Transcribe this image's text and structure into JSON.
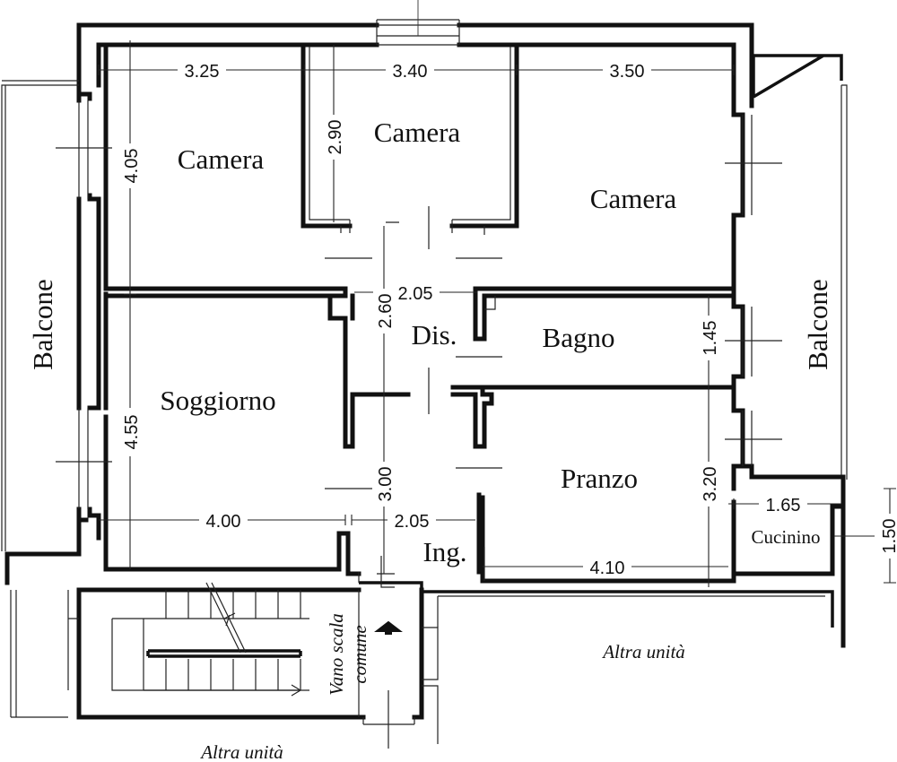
{
  "rooms": {
    "camera_left": "Camera",
    "camera_center": "Camera",
    "camera_right": "Camera",
    "soggiorno": "Soggiorno",
    "disimpegno": "Dis.",
    "bagno": "Bagno",
    "pranzo": "Pranzo",
    "ingresso": "Ing.",
    "cucinino": "Cucinino",
    "balcone_left": "Balcone",
    "balcone_right": "Balcone",
    "vano_scala_line1": "Vano scala",
    "vano_scala_line2": "comune"
  },
  "dimensions": {
    "top_left_width": "3.25",
    "top_center_width": "3.40",
    "top_right_width": "3.50",
    "camera_left_depth": "4.05",
    "camera_center_depth": "2.90",
    "dis_width": "2.05",
    "dis_depth": "2.60",
    "bagno_depth": "1.45",
    "soggiorno_depth": "4.55",
    "soggiorno_width": "4.00",
    "ingresso_width": "2.05",
    "ingresso_depth": "3.00",
    "pranzo_depth": "3.20",
    "pranzo_width": "4.10",
    "cucinino_width": "1.65",
    "cucinino_depth": "1.50"
  },
  "notes": {
    "altra_unita_right": "Altra unità",
    "altra_unita_bottom": "Altra unità"
  },
  "colors": {
    "wall": "#111111",
    "background": "#ffffff"
  }
}
